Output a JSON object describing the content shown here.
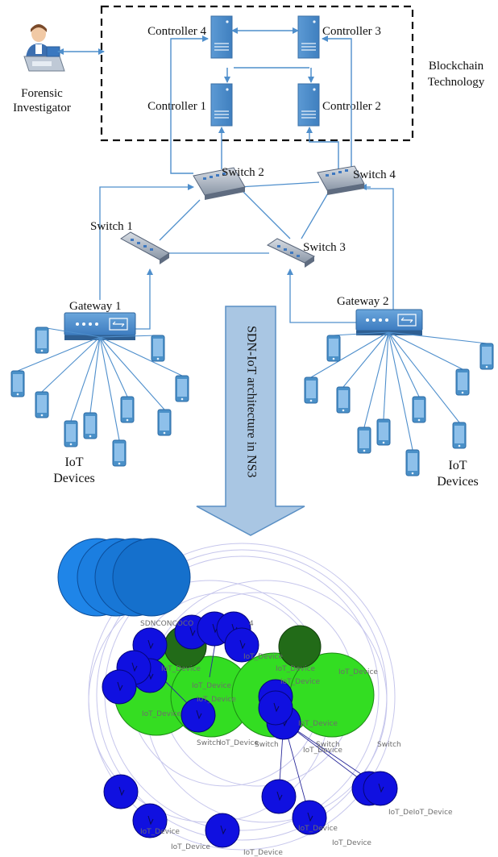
{
  "architecture": {
    "controllers": [
      "Controller 4",
      "Controller 3",
      "Controller 1",
      "Controller 2"
    ],
    "blockchain_label": [
      "Blockchain",
      "Technology"
    ],
    "investigator_label": [
      "Forensic",
      "Investigator"
    ],
    "switches": [
      "Switch 1",
      "Switch 2",
      "Switch 3",
      "Switch 4"
    ],
    "gateways": [
      "Gateway 1",
      "Gateway 2"
    ],
    "iot_label": [
      "IoT",
      "Devices"
    ],
    "arrow_label": "SDN-IoT architecture in NS3"
  },
  "simulation": {
    "node_labels": {
      "iot": "IoT_Device",
      "switch": "Switch",
      "overlap_fragment": "SDNCONCOCO",
      "fragment_4": "4",
      "overlap_right": "IoT_DeIoT_Device"
    },
    "colors": {
      "controller": "#1874d6",
      "switch": "#33dd22",
      "gateway": "#226b18",
      "iot": "#1010e0"
    }
  },
  "colors": {
    "device_blue": "#4a90c8",
    "line_blue": "#4f8fcc",
    "arrow_fill": "#a9c6e3",
    "arrow_stroke": "#5a8fc4"
  }
}
